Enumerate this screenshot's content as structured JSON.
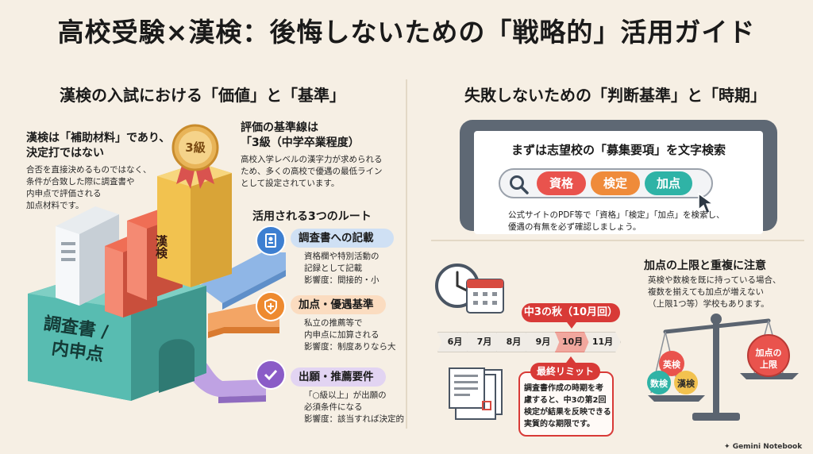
{
  "title": "高校受験×漢検：後悔しないための「戦略的」活用ガイド",
  "left": {
    "section_title": "漢検の入試における「価値」と「基準」",
    "note1": {
      "heading_line1": "漢検は「補助材料」であり、",
      "heading_line2": "決定打ではない",
      "body": [
        "合否を直接決めるものではなく、",
        "条件が合致した際に調査書や",
        "内申点で評価される",
        "加点材料です。"
      ]
    },
    "note2": {
      "heading_line1": "評価の基準線は",
      "heading_line2": "「3級（中学卒業程度）",
      "body": [
        "高校入学レベルの漢字力が求められる",
        "ため、多くの高校で優遇の最低ライン",
        "として設定されています。"
      ]
    },
    "medal_label": "3級",
    "block_label": "漢検",
    "base_label_line1": "調査書 /",
    "base_label_line2": "内申点",
    "routes_title": "活用される3つのルート",
    "routes": [
      {
        "label": "調査書への記載",
        "body": [
          "資格欄や特別活動の",
          "記録として記載",
          "影響度：間接的・小"
        ],
        "color": "#3d7fd1",
        "bg": "#cfe0f4",
        "icon": "document-icon"
      },
      {
        "label": "加点・優遇基準",
        "body": [
          "私立の推薦等で",
          "内申点に加算される",
          "影響度：制度ありなら大"
        ],
        "color": "#ee8a2f",
        "bg": "#fbdcc0",
        "icon": "shield-plus-icon"
      },
      {
        "label": "出願・推薦要件",
        "body": [
          "「○級以上」が出願の",
          "必須条件になる",
          "影響度：該当すれば決定的"
        ],
        "color": "#8a5cc7",
        "bg": "#e2d4f2",
        "icon": "check-icon"
      }
    ]
  },
  "right": {
    "section_title": "失敗しないための「判断基準」と「時期」",
    "search_heading": "まずは志望校の「募集要項」を文字検索",
    "pills": [
      {
        "label": "資格",
        "color": "#e9534d"
      },
      {
        "label": "検定",
        "color": "#ef8b3a"
      },
      {
        "label": "加点",
        "color": "#2fb3a6"
      }
    ],
    "search_body": [
      "公式サイトのPDF等で「資格」「検定」「加点」を検索し、",
      "優遇の有無を必ず確認しましょう。"
    ],
    "timeline_badge": "中3の秋（10月回）",
    "months": [
      "6月",
      "7月",
      "8月",
      "9月",
      "10月",
      "11月"
    ],
    "active_month": "10月",
    "limit_badge": "最終リミット",
    "limit_body": [
      "調査書作成の時期を考",
      "慮すると、中3の第2回",
      "検定が結果を反映できる",
      "実質的な期限です。"
    ],
    "cap_heading": "加点の上限と重複に注意",
    "cap_body": [
      "英検や数検を既に持っている場合、",
      "複数を揃えても加点が増えない",
      "（上限1つ等）学校もあります。"
    ],
    "scale_left": [
      "英検",
      "数検",
      "漢検"
    ],
    "scale_right_line1": "加点の",
    "scale_right_line2": "上限"
  },
  "credit": "Gemini Notebook"
}
